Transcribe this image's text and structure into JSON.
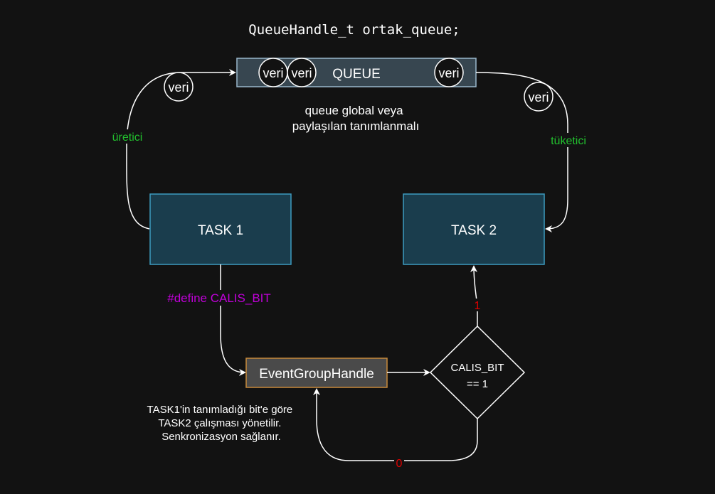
{
  "header": {
    "code": "QueueHandle_t ortak_queue;"
  },
  "queue": {
    "label": "QUEUE",
    "items": [
      "veri",
      "veri",
      "veri"
    ]
  },
  "notes": {
    "queue_note": [
      "queue global veya",
      "paylaşılan tanımlanmalı"
    ],
    "sync_note": [
      "TASK1'in tanımladığı bit'e göre",
      "TASK2 çalışması yönetilir.",
      "Senkronizasyon sağlanır."
    ]
  },
  "tasks": {
    "task1": "TASK 1",
    "task2": "TASK 2"
  },
  "edges": {
    "producer_label": "üretici",
    "consumer_label": "tüketici",
    "producer_token": "veri",
    "consumer_token": "veri",
    "define_label": "#define CALIS_BIT",
    "yes_label": "1",
    "no_label": "0"
  },
  "event_group": {
    "label": "EventGroupHandle"
  },
  "decision": {
    "line1": "CALIS_BIT",
    "line2": "== 1"
  },
  "colors": {
    "background": "#121212",
    "task_fill": "#1a3d4d",
    "task_stroke": "#3d9bc0",
    "queue_fill": "#374650",
    "queue_stroke": "#9ab8cc",
    "event_fill": "#4a4a4a",
    "event_stroke": "#c8893a",
    "green": "#22c02e",
    "magenta": "#c000d8",
    "red": "#e00000",
    "line": "#ffffff"
  }
}
